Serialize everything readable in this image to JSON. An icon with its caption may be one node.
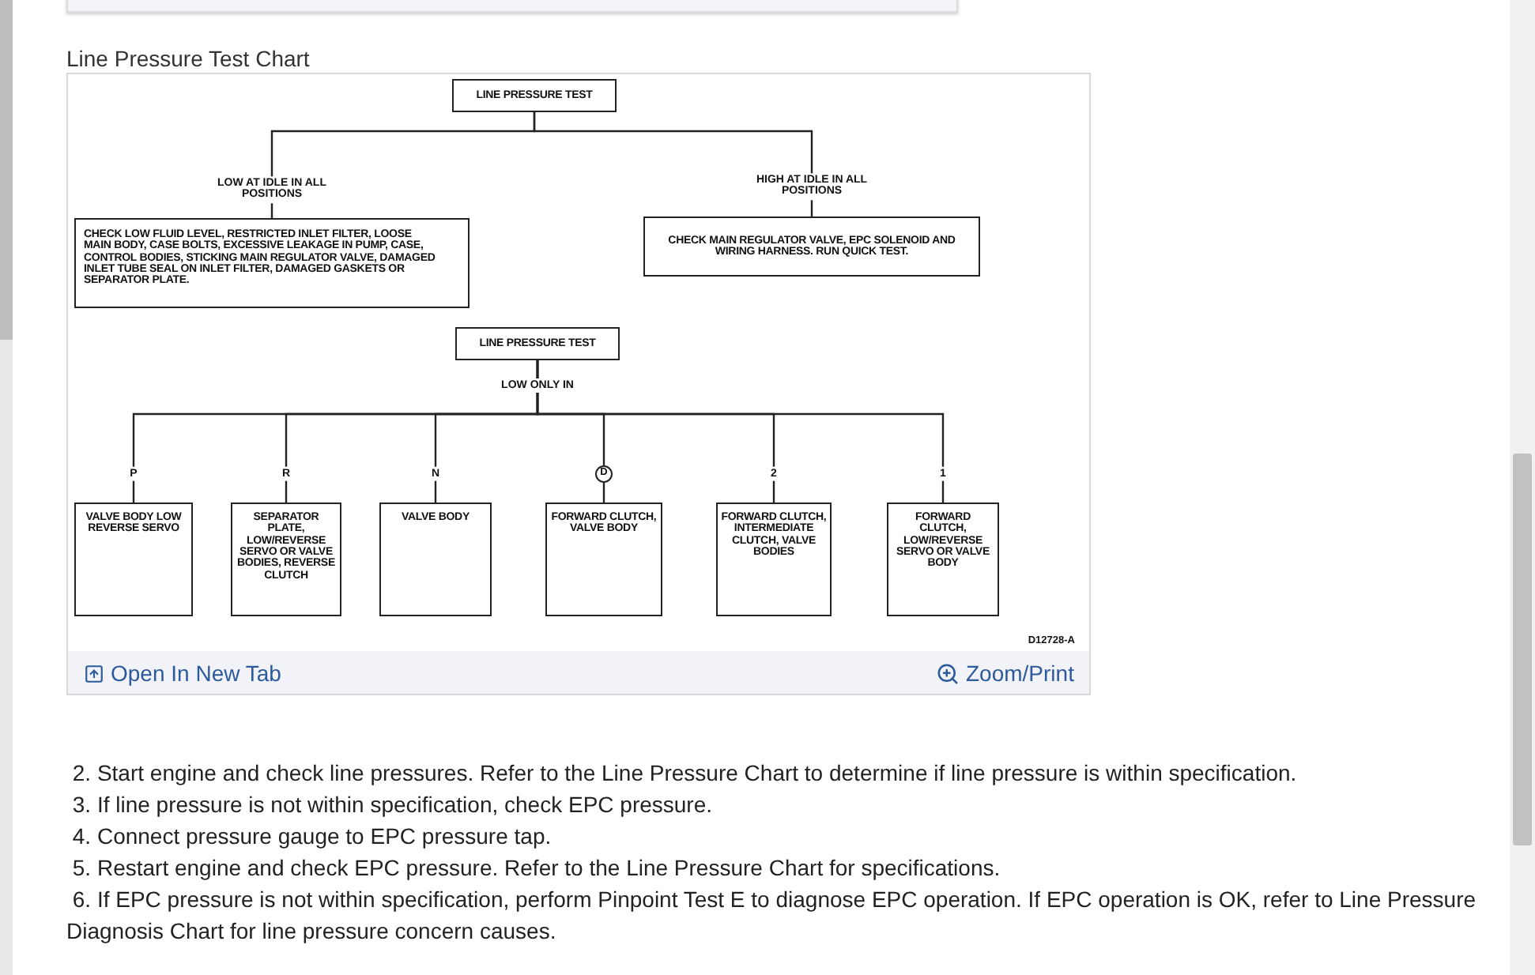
{
  "diagram": {
    "title": "Line Pressure Test Chart",
    "nodes": [
      {
        "text": [
          "LINE PRESSURE TEST"
        ]
      },
      {
        "text": [
          "CHECK LOW FLUID LEVEL, RESTRICTED INLET FILTER, LOOSE MAIN BODY, CASE BOLTS, EXCESSIVE LEAKAGE IN PUMP, CASE, CONTROL BODIES, STICKING MAIN REGULATOR VALVE, DAMAGED INLET TUBE SEAL ON INLET FILTER, DAMAGED GASKETS OR SEPARATOR PLATE."
        ]
      },
      {
        "text": [
          "CHECK MAIN REGULATOR VALVE, EPC SOLENOID AND WIRING HARNESS. RUN QUICK TEST."
        ]
      },
      {
        "text": [
          "LINE PRESSURE TEST"
        ]
      },
      {
        "text": [
          "VALVE BODY LOW REVERSE SERVO"
        ]
      },
      {
        "text": [
          "SEPARATOR PLATE, LOW/REVERSE SERVO OR VALVE BODIES, REVERSE CLUTCH"
        ]
      },
      {
        "text": [
          "VALVE BODY"
        ]
      },
      {
        "text": [
          "FORWARD CLUTCH, VALVE BODY"
        ]
      },
      {
        "text": [
          "FORWARD CLUTCH, INTERMEDIATE CLUTCH, VALVE BODIES"
        ]
      },
      {
        "text": [
          "FORWARD CLUTCH, LOW/REVERSE SERVO OR VALVE BODY"
        ]
      }
    ],
    "edges": [
      {
        "from": 0,
        "to": 1,
        "arrow": "none",
        "label": "LOW AT IDLE IN ALL POSITIONS"
      },
      {
        "from": 0,
        "to": 2,
        "arrow": "none",
        "label": "HIGH AT IDLE IN ALL POSITIONS"
      },
      {
        "from": 3,
        "to": 4,
        "arrow": "none",
        "label": "P"
      },
      {
        "from": 3,
        "to": 5,
        "arrow": "none",
        "label": "R"
      },
      {
        "from": 3,
        "to": 6,
        "arrow": "none",
        "label": "N"
      },
      {
        "from": 3,
        "to": 7,
        "arrow": "none",
        "label": "D"
      },
      {
        "from": 3,
        "to": 8,
        "arrow": "none",
        "label": "2"
      },
      {
        "from": 3,
        "to": 9,
        "arrow": "none",
        "label": "1"
      }
    ],
    "labels": [
      "LOW ONLY IN",
      "D12728-A",
      "Open In New Tab",
      "Zoom/Print",
      " 2. Start engine and check line pressures. Refer to the Line Pressure Chart to determine if line pressure is within specification.",
      " 3. If line pressure is not within specification, check EPC pressure.",
      " 4. Connect pressure gauge to EPC pressure tap.",
      " 5. Restart engine and check EPC pressure. Refer to the Line Pressure Chart for specifications.",
      " 6. If EPC pressure is not within specification, perform Pinpoint Test E to diagnose EPC operation. If EPC operation is OK, refer to Line Pressure Diagnosis Chart for line pressure concern causes."
    ]
  }
}
